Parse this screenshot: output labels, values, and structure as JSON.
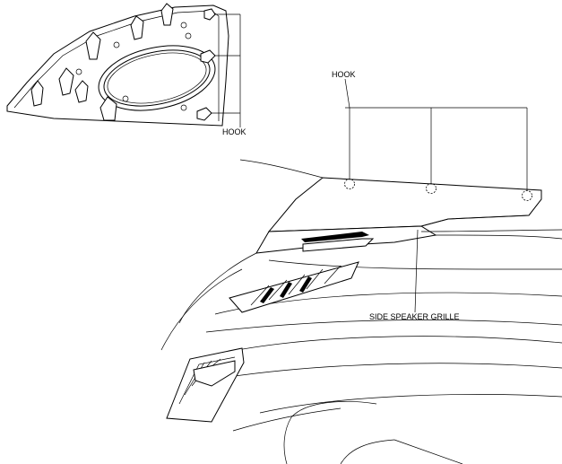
{
  "labels": {
    "hook_detail": "HOOK",
    "hook_main": "HOOK",
    "side_speaker_grille": "SIDE SPEAKER GRILLE"
  }
}
